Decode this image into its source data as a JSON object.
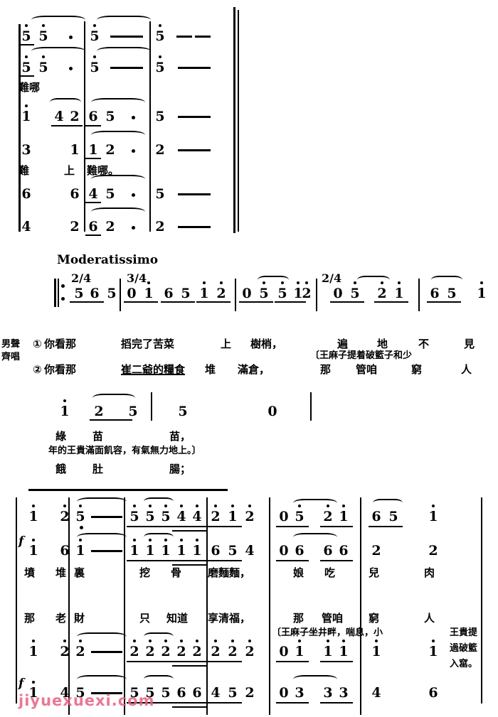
{
  "document": {
    "kind": "jianpu-sheet-music",
    "title_text": "",
    "watermark": "jiyuexuexi.com"
  },
  "markings": {
    "tempo": "Moderatissimo",
    "meter_2_4_a": "2/4",
    "meter_3_4": "3/4",
    "meter_2_4_b": "2/4",
    "dynamic_f1": "f",
    "dynamic_f2": "f"
  },
  "voice_labels": {
    "line1": "男聲",
    "line2": "齊唱"
  },
  "verse_markers": {
    "one": "①",
    "two": "②"
  },
  "system1": {
    "name": "continuation-of-previous-system",
    "staves": [
      {
        "row": "top-voice",
        "notes": [
          "5",
          "5",
          "·",
          "5",
          "—",
          "5",
          "—"
        ]
      },
      {
        "row": "second-voice",
        "notes": [
          "5",
          "5",
          "·",
          "5",
          "—",
          "5",
          "—"
        ]
      },
      {
        "row": "third-voice",
        "notes": [
          "1",
          "4",
          "2",
          "6",
          "5",
          "·",
          "5",
          "—"
        ]
      },
      {
        "row": "fourth-voice",
        "notes": [
          "3",
          "1",
          "1",
          "2",
          "·",
          "2",
          "—"
        ]
      },
      {
        "row": "fifth-voice",
        "notes": [
          "6",
          "6",
          "4",
          "5",
          "·",
          "5",
          "—"
        ]
      },
      {
        "row": "sixth-voice",
        "notes": [
          "4",
          "2",
          "6",
          "2",
          "·",
          "2",
          "—"
        ]
      }
    ],
    "lyrics_upper": "難哪",
    "lyrics_lower": [
      "難",
      "上",
      "難哪。"
    ]
  },
  "system2": {
    "name": "moderatissimo-system",
    "measures": [
      {
        "meter": "2/4",
        "notes": [
          "5",
          "6",
          "5"
        ]
      },
      {
        "meter": "3/4",
        "notes": [
          "0",
          "1",
          "6",
          "5",
          "1",
          "2"
        ]
      },
      {
        "meter": "",
        "notes": [
          "0",
          "5",
          "5",
          "1",
          "2"
        ]
      },
      {
        "meter": "2/4",
        "notes": [
          "0",
          "5",
          "2",
          "1"
        ]
      },
      {
        "meter": "",
        "notes": [
          "6",
          "5",
          "1"
        ]
      }
    ],
    "lyrics_verse1": [
      "你看那",
      "搯完了苦菜",
      "上",
      "樹梢，",
      "遍",
      "地",
      "不",
      "見"
    ],
    "lyrics_verse2": [
      "你看那",
      "崔二爺的糧食",
      "堆",
      "滿倉，",
      "那",
      "管咱",
      "窮",
      "人"
    ]
  },
  "system3": {
    "name": "short-system",
    "measures": [
      {
        "notes": [
          "1",
          "2",
          "5"
        ]
      },
      {
        "notes": [
          "5",
          "0"
        ]
      }
    ],
    "lyrics_verse1": [
      "綠",
      "苗",
      "苗，"
    ],
    "lyrics_verse2": [
      "餓",
      "肚",
      "腸；"
    ],
    "stage_direction": "年的王貴滿面飢容，有氣無力地上。〕"
  },
  "system4": {
    "name": "forte-system",
    "staves": [
      {
        "row": "upper-voice",
        "measures": [
          {
            "notes": [
              "1",
              "2"
            ]
          },
          {
            "notes": [
              "5",
              "—"
            ]
          },
          {
            "notes": [
              "5",
              "5",
              "5",
              "4",
              "4"
            ]
          },
          {
            "notes": [
              "2",
              "1",
              "2"
            ]
          },
          {
            "notes": [
              "0",
              "5",
              "2",
              "1"
            ]
          },
          {
            "notes": [
              "6",
              "5",
              "1"
            ]
          }
        ]
      },
      {
        "row": "lower-voice",
        "dynamic": "f",
        "measures": [
          {
            "notes": [
              "1",
              "6"
            ]
          },
          {
            "notes": [
              "1",
              "—"
            ]
          },
          {
            "notes": [
              "1",
              "1",
              "1",
              "1",
              "1"
            ]
          },
          {
            "notes": [
              "6",
              "5",
              "4"
            ]
          },
          {
            "notes": [
              "0",
              "6",
              "6",
              "6"
            ]
          },
          {
            "notes": [
              "2",
              "2"
            ]
          }
        ]
      }
    ],
    "lyrics_verse1": [
      "墳",
      "堆",
      "裏",
      "挖",
      "骨",
      "磨麵麵，",
      "娘",
      "吃",
      "兒",
      "肉"
    ],
    "lyrics_verse2": [
      "那",
      "老",
      "財",
      "只",
      "知道",
      "享清福，",
      "那",
      "管咱",
      "窮",
      "人"
    ]
  },
  "system5": {
    "name": "final-system",
    "staves": [
      {
        "row": "upper-voice",
        "measures": [
          {
            "notes": [
              "1",
              "2"
            ]
          },
          {
            "notes": [
              "2",
              "—"
            ]
          },
          {
            "notes": [
              "2",
              "2",
              "2",
              "2",
              "2"
            ]
          },
          {
            "notes": [
              "2",
              "2",
              "2"
            ]
          },
          {
            "notes": [
              "0",
              "1",
              "1",
              "1"
            ]
          },
          {
            "notes": [
              "1",
              "1"
            ]
          }
        ]
      },
      {
        "row": "lower-voice",
        "dynamic": "f",
        "measures": [
          {
            "notes": [
              "1",
              "4"
            ]
          },
          {
            "notes": [
              "5",
              "—"
            ]
          },
          {
            "notes": [
              "5",
              "5",
              "5",
              "6",
              "6"
            ]
          },
          {
            "notes": [
              "4",
              "5",
              "2"
            ]
          },
          {
            "notes": [
              "0",
              "3",
              "3",
              "3"
            ]
          },
          {
            "notes": [
              "4",
              "6"
            ]
          }
        ]
      }
    ],
    "stage_direction_a": "〔王麻子提着破籃子和少",
    "stage_direction_b": "〔王麻子坐井畔，喘息，小",
    "stage_direction_c": "王貴提",
    "stage_direction_d": "過破籃",
    "stage_direction_e": "入窰。"
  }
}
